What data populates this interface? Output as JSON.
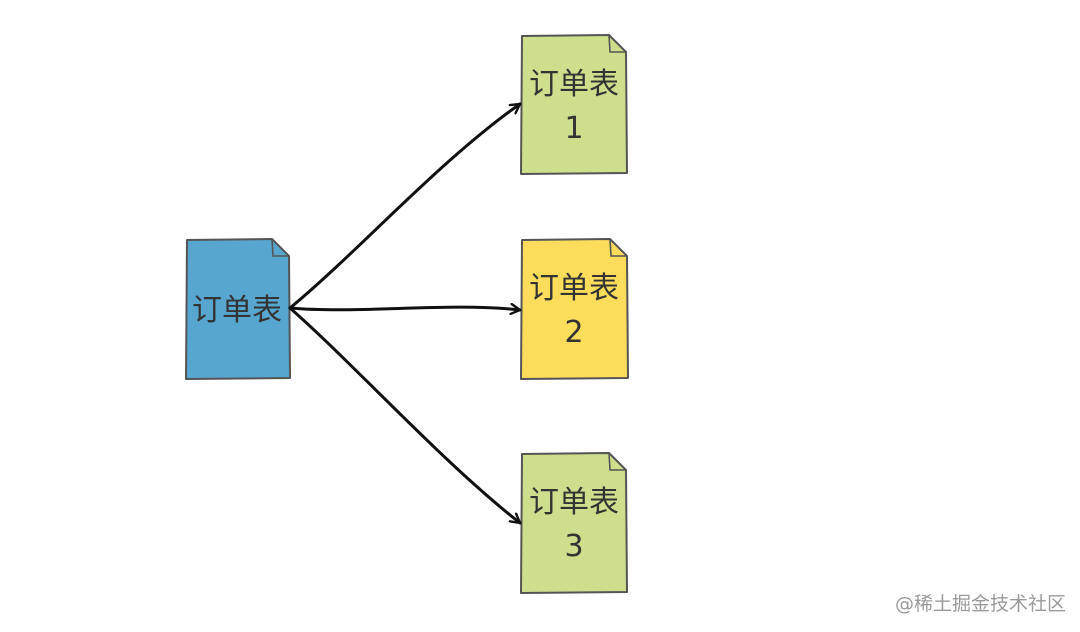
{
  "source": {
    "label": "订单表",
    "color": "#56a6cf"
  },
  "targets": [
    {
      "line1": "订单表",
      "line2": "1",
      "color": "#cddf8d"
    },
    {
      "line1": "订单表",
      "line2": "2",
      "color": "#fcdc5b"
    },
    {
      "line1": "订单表",
      "line2": "3",
      "color": "#cddf8d"
    }
  ],
  "watermark": "@稀土掘金技术社区",
  "colors": {
    "stroke": "#555555",
    "arrow": "#111111",
    "text": "#333333"
  }
}
